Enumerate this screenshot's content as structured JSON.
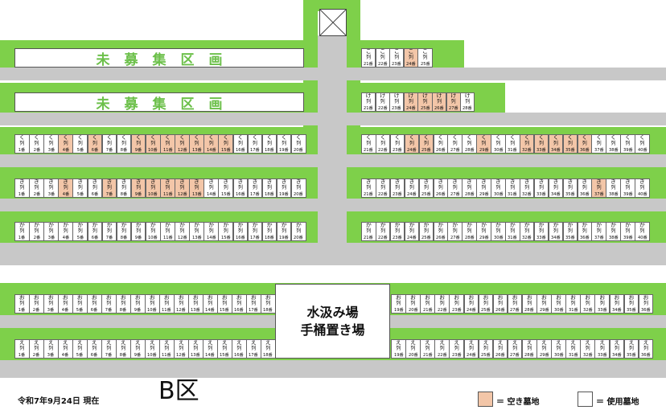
{
  "recruiting_banners": [
    "未募集区画",
    "未募集区画"
  ],
  "water_area": {
    "line1": "水汲み場",
    "line2": "手桶置き場"
  },
  "date_text": "令和7年9月24日 現在",
  "zone_label": "B区",
  "legend": {
    "empty_label": "＝ 空き墓地",
    "used_label": "＝ 使用墓地",
    "empty_color": "#f3c6a8",
    "used_color": "#ffffff"
  },
  "column_word": "列",
  "number_suffix": "番",
  "rows": [
    {
      "id": "ko",
      "kana": "こ",
      "numbers": [
        21,
        22,
        23,
        24,
        25
      ],
      "empty": [
        24
      ]
    },
    {
      "id": "ke",
      "kana": "け",
      "numbers": [
        21,
        22,
        23,
        24,
        25,
        26,
        27,
        28
      ],
      "empty": [
        24,
        25,
        26,
        27
      ]
    },
    {
      "id": "ku-left",
      "kana": "く",
      "numbers": [
        1,
        2,
        3,
        4,
        5,
        6,
        7,
        8,
        9,
        10,
        11,
        12,
        13,
        14,
        15,
        16,
        17,
        18,
        19,
        20
      ],
      "empty": [
        4,
        6,
        9,
        10,
        11,
        12,
        13,
        14,
        15
      ]
    },
    {
      "id": "ku-right",
      "kana": "く",
      "numbers": [
        21,
        22,
        23,
        24,
        25,
        26,
        27,
        28,
        29,
        30,
        31,
        32,
        33,
        34,
        35,
        36,
        37,
        38,
        39,
        40
      ],
      "empty": [
        24,
        25,
        29,
        32,
        33,
        34,
        35,
        36
      ]
    },
    {
      "id": "ki-left",
      "kana": "き",
      "numbers": [
        1,
        2,
        3,
        4,
        5,
        6,
        7,
        8,
        9,
        10,
        11,
        12,
        13,
        14,
        15,
        16,
        17,
        18,
        19,
        20
      ],
      "empty": [
        4,
        7,
        9,
        10,
        11,
        12,
        13
      ]
    },
    {
      "id": "ki-right",
      "kana": "き",
      "numbers": [
        21,
        22,
        23,
        24,
        25,
        26,
        27,
        28,
        29,
        30,
        31,
        32,
        33,
        34,
        35,
        36,
        37,
        38,
        39,
        40
      ],
      "empty": [
        37
      ]
    },
    {
      "id": "ka-left",
      "kana": "か",
      "numbers": [
        1,
        2,
        3,
        4,
        5,
        6,
        7,
        8,
        9,
        10,
        11,
        12,
        13,
        14,
        15,
        16,
        17,
        18,
        19,
        20
      ],
      "empty": []
    },
    {
      "id": "ka-right",
      "kana": "か",
      "numbers": [
        21,
        22,
        23,
        24,
        25,
        26,
        27,
        28,
        29,
        30,
        31,
        32,
        33,
        34,
        35,
        36,
        37,
        38,
        39,
        40
      ],
      "empty": []
    },
    {
      "id": "o-left",
      "kana": "お",
      "numbers": [
        1,
        2,
        3,
        4,
        5,
        6,
        7,
        8,
        9,
        10,
        11,
        12,
        13,
        14,
        15,
        16,
        17,
        18
      ],
      "empty": []
    },
    {
      "id": "o-right",
      "kana": "お",
      "numbers": [
        19,
        20,
        21,
        22,
        23,
        24,
        25,
        26,
        27,
        28,
        29,
        30,
        31,
        32,
        33,
        34,
        35,
        36
      ],
      "empty": []
    },
    {
      "id": "e-left",
      "kana": "え",
      "numbers": [
        1,
        2,
        3,
        4,
        5,
        6,
        7,
        8,
        9,
        10,
        11,
        12,
        13,
        14,
        15,
        16,
        17,
        18
      ],
      "empty": []
    },
    {
      "id": "e-right",
      "kana": "え",
      "numbers": [
        19,
        20,
        21,
        22,
        23,
        24,
        25,
        26,
        27,
        28,
        29,
        30,
        31,
        32,
        33,
        34,
        35,
        36
      ],
      "empty": []
    }
  ]
}
